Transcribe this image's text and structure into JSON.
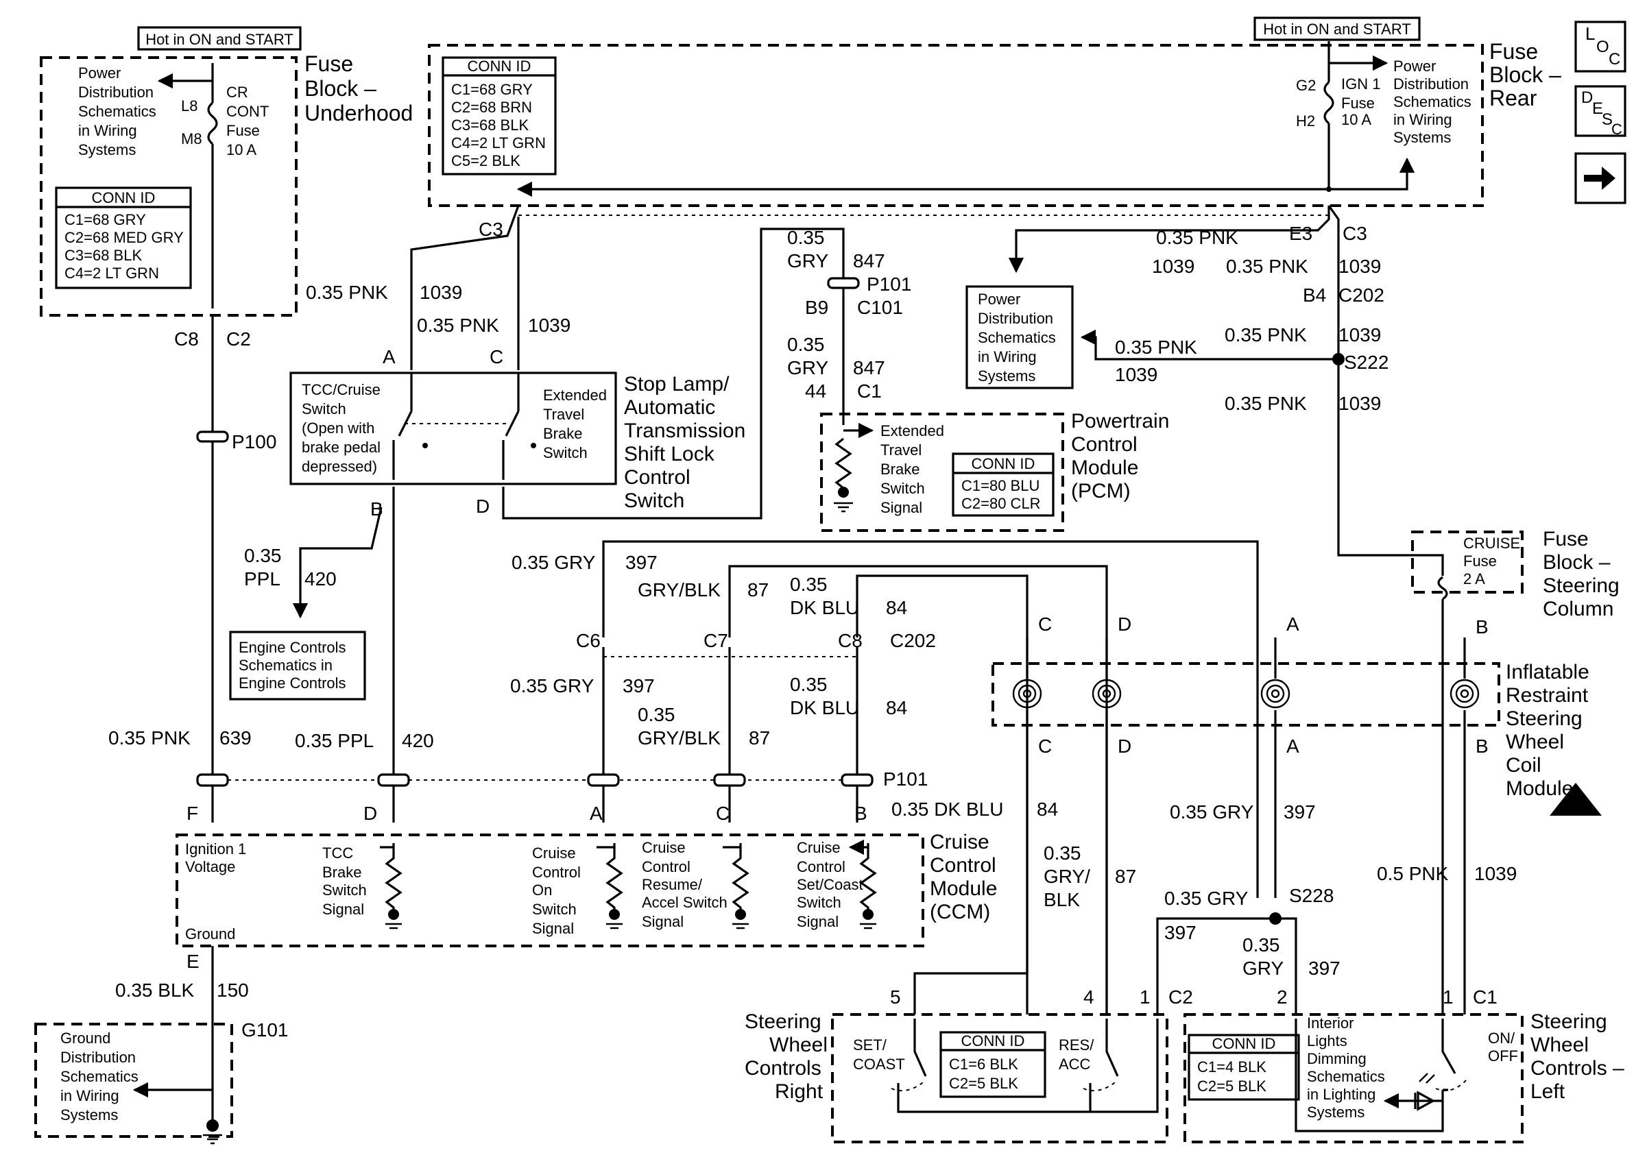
{
  "nav": {
    "loc": "LOC",
    "desc": "DESC",
    "next": "➔"
  },
  "hot_top_left": "Hot in ON and START",
  "hot_top_right": "Hot in ON and START",
  "fuse_underhood": {
    "title": [
      "Fuse",
      "Block –",
      "Underhood"
    ],
    "power_ref": [
      "Power",
      "Distribution",
      "Schematics",
      "in Wiring",
      "Systems"
    ],
    "pin_top": "L8",
    "pin_bottom": "M8",
    "fuse": [
      "CR",
      "CONT",
      "Fuse",
      "10 A"
    ],
    "conn_title": "CONN ID",
    "conn": [
      "C1=68 GRY",
      "C2=68 MED GRY",
      "C3=68 BLK",
      "C4=2 LT GRN"
    ]
  },
  "fuse_rear": {
    "title": [
      "Fuse",
      "Block –",
      "Rear"
    ],
    "conn_title": "CONN ID",
    "conn": [
      "C1=68 GRY",
      "C2=68 BRN",
      "C3=68 BLK",
      "C4=2 LT GRN",
      "C5=2 BLK"
    ],
    "pin_top": "G2",
    "pin_bottom": "H2",
    "fuse": [
      "IGN 1",
      "Fuse",
      "10 A"
    ],
    "power_ref": [
      "Power",
      "Distribution",
      "Schematics",
      "in Wiring",
      "Systems"
    ]
  },
  "wires": {
    "w_pnk_1039": "0.35 PNK",
    "c_1039": "1039",
    "w_pnk_639": "0.35 PNK",
    "c_639": "639",
    "w_ppl": "0.35 PPL",
    "c_420": "420",
    "w_ppl_a": "0.35",
    "w_ppl_b": "PPL",
    "w_gry_397": "0.35 GRY",
    "c_397": "397",
    "w_grybl": "GRY/BLK",
    "c_87": "87",
    "w_035": "0.35",
    "w_dkblu": "DK BLU",
    "c_84": "84",
    "w_dkblu_full": "0.35 DK BLU",
    "w_gry": "GRY",
    "c_847": "847",
    "c_44": "44",
    "w_grybl_slash": "GRY/",
    "w_blk": "BLK",
    "w_blk150": "0.35 BLK",
    "c_150": "150",
    "w_pnk05": "0.5 PNK"
  },
  "connectors": {
    "C3": "C3",
    "C8": "C8",
    "C2": "C2",
    "P100": "P100",
    "P101": "P101",
    "B9": "B9",
    "C101": "C101",
    "C1": "C1",
    "E3": "E3",
    "B4": "B4",
    "C202": "C202",
    "S222": "S222",
    "S228": "S228",
    "G101": "G101",
    "C6": "C6",
    "C7": "C7",
    "A": "A",
    "B": "B",
    "C": "C",
    "D": "D",
    "E": "E",
    "F": "F",
    "n1": "1",
    "n2": "2",
    "n4": "4",
    "n5": "5"
  },
  "stop_lamp": {
    "title": [
      "Stop Lamp/",
      "Automatic",
      "Transmission",
      "Shift Lock",
      "Control",
      "Switch"
    ],
    "tcc": [
      "TCC/Cruise",
      "Switch",
      "(Open with",
      "brake pedal",
      "depressed)"
    ],
    "ext": [
      "Extended",
      "Travel",
      "Brake",
      "Switch"
    ]
  },
  "pcm": {
    "title": [
      "Powertrain",
      "Control",
      "Module",
      "(PCM)"
    ],
    "signal": [
      "Extended",
      "Travel",
      "Brake",
      "Switch",
      "Signal"
    ],
    "conn_title": "CONN ID",
    "conn": [
      "C1=80 BLU",
      "C2=80 CLR"
    ]
  },
  "power_ref_mid": [
    "Power",
    "Distribution",
    "Schematics",
    "in Wiring",
    "Systems"
  ],
  "engine_ref": [
    "Engine Controls",
    "Schematics in",
    "Engine Controls"
  ],
  "fuse_steering": {
    "title": [
      "Fuse",
      "Block –",
      "Steering",
      "Column"
    ],
    "fuse": [
      "CRUISE",
      "Fuse",
      "2 A"
    ]
  },
  "coil": {
    "title": [
      "Inflatable",
      "Restraint",
      "Steering",
      "Wheel",
      "Coil",
      "Module"
    ]
  },
  "ccm": {
    "title": [
      "Cruise",
      "Control",
      "Module",
      "(CCM)"
    ],
    "ign": [
      "Ignition 1",
      "Voltage"
    ],
    "ground": "Ground",
    "tcc_sig": [
      "TCC",
      "Brake",
      "Switch",
      "Signal"
    ],
    "on_sig": [
      "Cruise",
      "Control",
      "On",
      "Switch",
      "Signal"
    ],
    "res_sig": [
      "Cruise",
      "Control",
      "Resume/",
      "Accel Switch",
      "Signal"
    ],
    "set_sig": [
      "Cruise",
      "Control",
      "Set/Coast",
      "Switch",
      "Signal"
    ]
  },
  "ground_ref": [
    "Ground",
    "Distribution",
    "Schematics",
    "in Wiring",
    "Systems"
  ],
  "swc_right": {
    "title": [
      "Steering",
      "Wheel",
      "Controls",
      "Right"
    ],
    "set": [
      "SET/",
      "COAST"
    ],
    "res": [
      "RES/",
      "ACC"
    ],
    "conn_title": "CONN ID",
    "conn": [
      "C1=6 BLK",
      "C2=5 BLK"
    ]
  },
  "swc_left": {
    "title": [
      "Steering",
      "Wheel",
      "Controls –",
      "Left"
    ],
    "conn_title": "CONN ID",
    "conn": [
      "C1=4 BLK",
      "C2=5 BLK"
    ],
    "lights": [
      "Interior",
      "Lights",
      "Dimming",
      "Schematics",
      "in Lighting",
      "Systems"
    ],
    "onoff": [
      "ON/",
      "OFF"
    ]
  }
}
